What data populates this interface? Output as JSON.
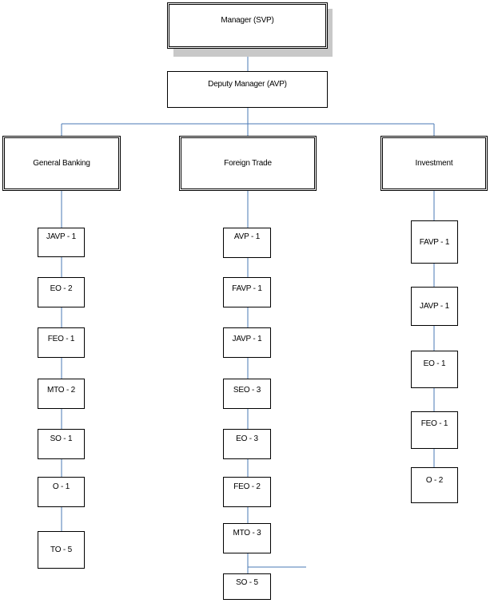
{
  "top": {
    "label": "Manager (SVP)"
  },
  "deputy": {
    "label": "Deputy Manager (AVP)"
  },
  "departments": [
    {
      "name": "General Banking",
      "positions": [
        "JAVP - 1",
        "EO - 2",
        "FEO - 1",
        "MTO - 2",
        "SO - 1",
        "O - 1",
        "TO - 5"
      ]
    },
    {
      "name": "Foreign Trade",
      "positions": [
        "AVP - 1",
        "FAVP - 1",
        "JAVP - 1",
        "SEO - 3",
        "EO - 3",
        "FEO - 2",
        "MTO - 3",
        "SO - 5"
      ]
    },
    {
      "name": "Investment",
      "positions": [
        "FAVP - 1",
        "JAVP - 1",
        "EO - 1",
        "FEO - 1",
        "O - 2"
      ]
    }
  ],
  "colors": {
    "connector": "#4a7ab5",
    "border": "#000000",
    "shadow": "#c8c8c8"
  }
}
